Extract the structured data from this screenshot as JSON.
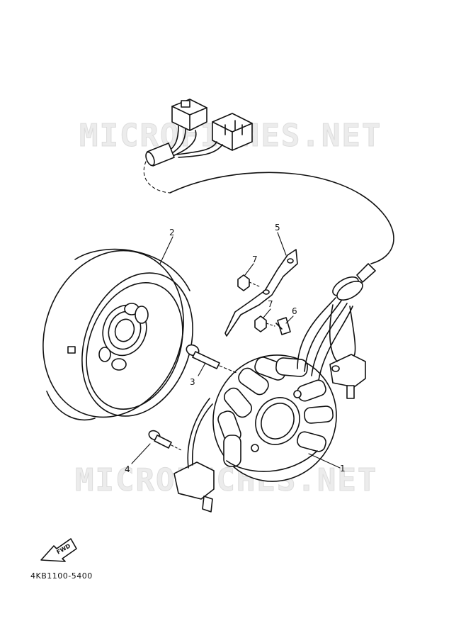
{
  "watermark": {
    "text": "MICROFICHES.NET"
  },
  "callouts": [
    {
      "id": "1",
      "label": "1"
    },
    {
      "id": "2",
      "label": "2"
    },
    {
      "id": "3",
      "label": "3"
    },
    {
      "id": "4",
      "label": "4"
    },
    {
      "id": "5",
      "label": "5"
    },
    {
      "id": "6",
      "label": "6"
    },
    {
      "id": "7a",
      "label": "7"
    },
    {
      "id": "7b",
      "label": "7"
    }
  ],
  "fwd_label": "FWD",
  "diagram_code": "4KB1100-5400"
}
